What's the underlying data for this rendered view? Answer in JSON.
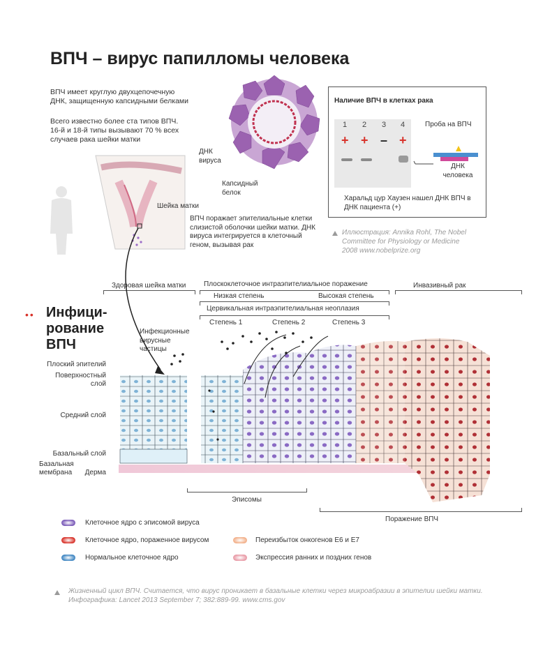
{
  "title": "ВПЧ – вирус папилломы человека",
  "intro": {
    "p1": "ВПЧ имеет круглую двухцепочечную ДНК, защищенную капсидными белками",
    "p2": "Всего известно более ста типов ВПЧ. 16-й и 18-й типы вызывают 70 % всех случаев рака шейки матки"
  },
  "virus": {
    "dna_label": "ДНК вируса",
    "capsid_label": "Капсидный белок"
  },
  "cervix_label": "Шейка матки",
  "infects_text": "ВПЧ поражает эпителиальные клетки слизистой оболочки шейки матки. ДНК вируса интегрируется в клеточный геном, вызывая рак",
  "box": {
    "title": "Наличие ВПЧ в клетках рака",
    "lanes": [
      "1",
      "2",
      "3",
      "4"
    ],
    "signs": [
      "+",
      "+",
      "–",
      "+"
    ],
    "probe_label": "Проба на ВПЧ",
    "human_dna_label": "ДНК человека",
    "footer": "Харальд цур Хаузен нашел ДНК ВПЧ в ДНК пациента (+)"
  },
  "credit": "Иллюстрация: Annika Rohl, The Nobel Committee for Physiology or Medicine 2008 www.nobelprize.org",
  "infection": {
    "heading_1": "Инфици-",
    "heading_2": "рование",
    "heading_3": "ВПЧ",
    "particles_label": "Инфекционные вирусные частицы"
  },
  "stages": {
    "healthy": "Здоровая шейка матки",
    "lesion": "Плоскоклеточное интраэпителиальное поражение",
    "invasive": "Инвазивный рак",
    "low": "Низкая степень",
    "high": "Высокая степень",
    "neoplasia": "Цервикальная интраэпителиальная неоплазия",
    "grade1": "Степень 1",
    "grade2": "Степень 2",
    "grade3": "Степень 3"
  },
  "layers": {
    "squamous": "Плоский эпителий",
    "surface": "Поверхностный слой",
    "middle": "Средний слой",
    "basal": "Базальный слой",
    "membrane": "Базальная мембрана",
    "dermis": "Дерма"
  },
  "episomes": "Эписомы",
  "hpv_lesion": "Поражение ВПЧ",
  "legend": [
    {
      "text": "Клеточное ядро с эписомой вируса",
      "color": "#7a5ab8"
    },
    {
      "text": "Клеточное ядро, пораженное вирусом",
      "color": "#d8322a"
    },
    {
      "text": "Нормальное клеточное ядро",
      "color": "#3f86c2"
    },
    {
      "text": "Переизбыток онкогенов E6 и E7",
      "color": "#f2b08a"
    },
    {
      "text": "Экспрессия ранних и поздних генов",
      "color": "#e89aa6"
    }
  ],
  "caption": "Жизненный цикл ВПЧ. Считается, что вирус проникает в базальные клетки через микроабразии в эпителии шейки матки. Инфографика: Lancet 2013 September 7; 382:889-99. www.cms.gov"
}
